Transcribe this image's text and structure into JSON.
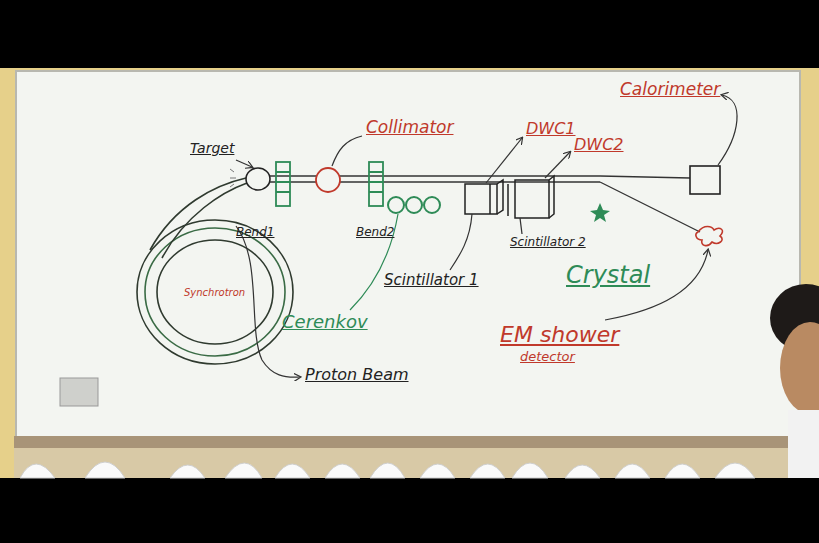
{
  "diagram": {
    "nodes": [
      {
        "text": [
          "Synchrotron"
        ]
      }
    ],
    "labels": [
      "Target",
      "Collimator",
      "Calorimeter",
      "DWC1",
      "DWC2",
      "Bend1",
      "Bend2",
      "Cerenkov",
      "Scintillator 1",
      "Scintillator 2",
      "Crystal",
      "EM shower",
      "detector",
      "Proton Beam"
    ]
  }
}
